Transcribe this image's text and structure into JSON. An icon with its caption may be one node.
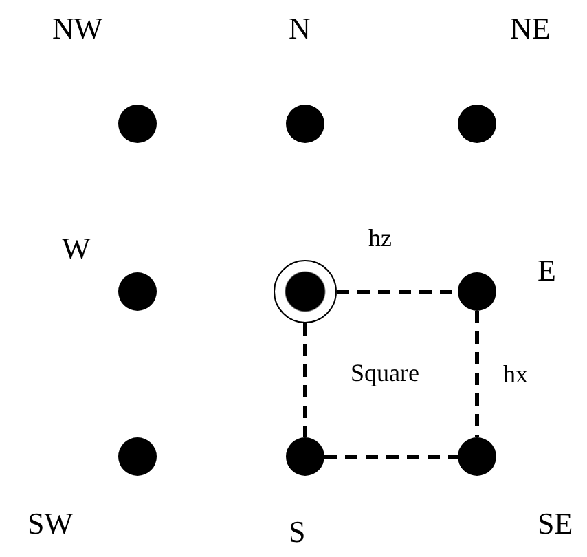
{
  "diagram": {
    "nodes": [
      {
        "text": [],
        "shape": "circle",
        "beside": [
          "NW"
        ]
      },
      {
        "text": [],
        "shape": "circle",
        "beside": [
          "N"
        ]
      },
      {
        "text": [],
        "shape": "circle",
        "beside": [
          "NE"
        ]
      },
      {
        "text": [],
        "shape": "circle",
        "beside": [
          "W"
        ]
      },
      {
        "text": [],
        "shape": "circle"
      },
      {
        "text": [],
        "shape": "circle",
        "beside": [
          "E"
        ]
      },
      {
        "text": [],
        "shape": "circle",
        "beside": [
          "SW"
        ]
      },
      {
        "text": [],
        "shape": "circle",
        "beside": [
          "S"
        ]
      },
      {
        "text": [],
        "shape": "circle",
        "beside": [
          "SE"
        ]
      }
    ],
    "edges": [
      {
        "from": 4,
        "to": 5,
        "arrow": "none",
        "style": "dashed",
        "label": "hz"
      },
      {
        "from": 5,
        "to": 8,
        "arrow": "none",
        "style": "dashed",
        "label": "hx"
      },
      {
        "from": 4,
        "to": 7,
        "arrow": "none",
        "style": "dashed"
      },
      {
        "from": 7,
        "to": 8,
        "arrow": "none",
        "style": "dashed"
      }
    ],
    "labels": [
      "Square"
    ]
  }
}
